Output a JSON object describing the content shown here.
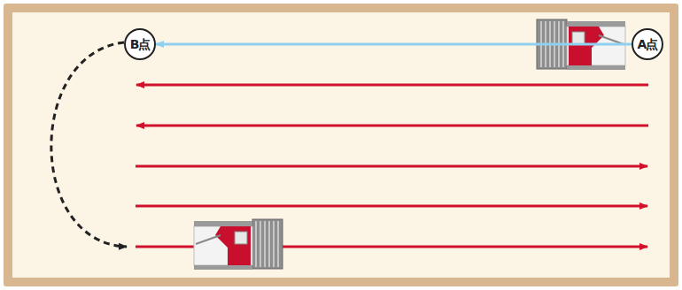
{
  "diagram": {
    "nodes": [
      {
        "text": [
          "B点"
        ]
      },
      {
        "text": [
          "A点"
        ]
      }
    ],
    "edges": [
      {
        "from": 1,
        "to": 0,
        "arrow": "to"
      }
    ]
  }
}
